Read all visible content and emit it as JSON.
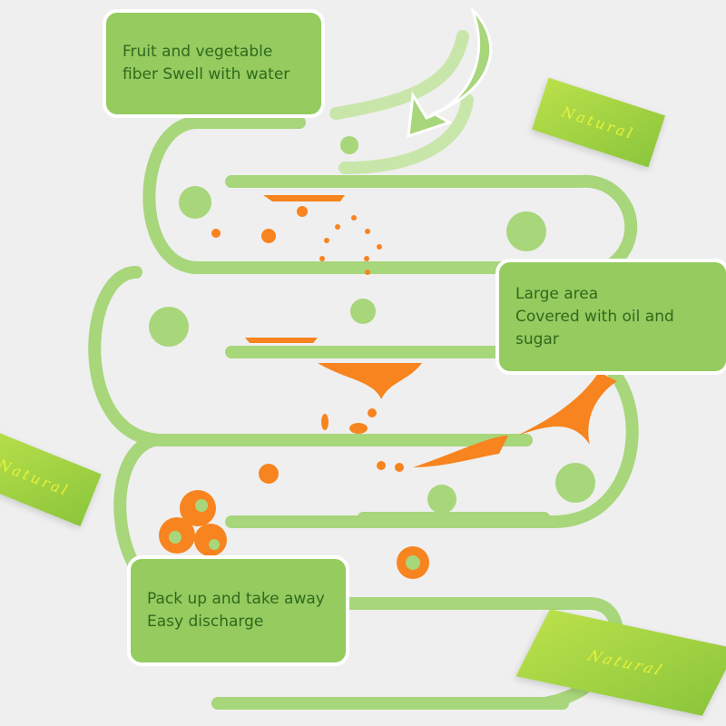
{
  "bubbles": {
    "top": {
      "line1": "Fruit and vegetable",
      "line2": "fiber Swell with water"
    },
    "middle": {
      "line1": "Large area",
      "line2": "Covered with oil and sugar"
    },
    "bottom": {
      "line1": "Pack up and take away",
      "line2": "Easy discharge"
    }
  },
  "packets": {
    "label": "Natural"
  },
  "colors": {
    "tube": "#a8d67b",
    "bubble": "#95cb5f",
    "text": "#2f6a1c",
    "oil": "#f7841f",
    "background": "#efefef"
  }
}
